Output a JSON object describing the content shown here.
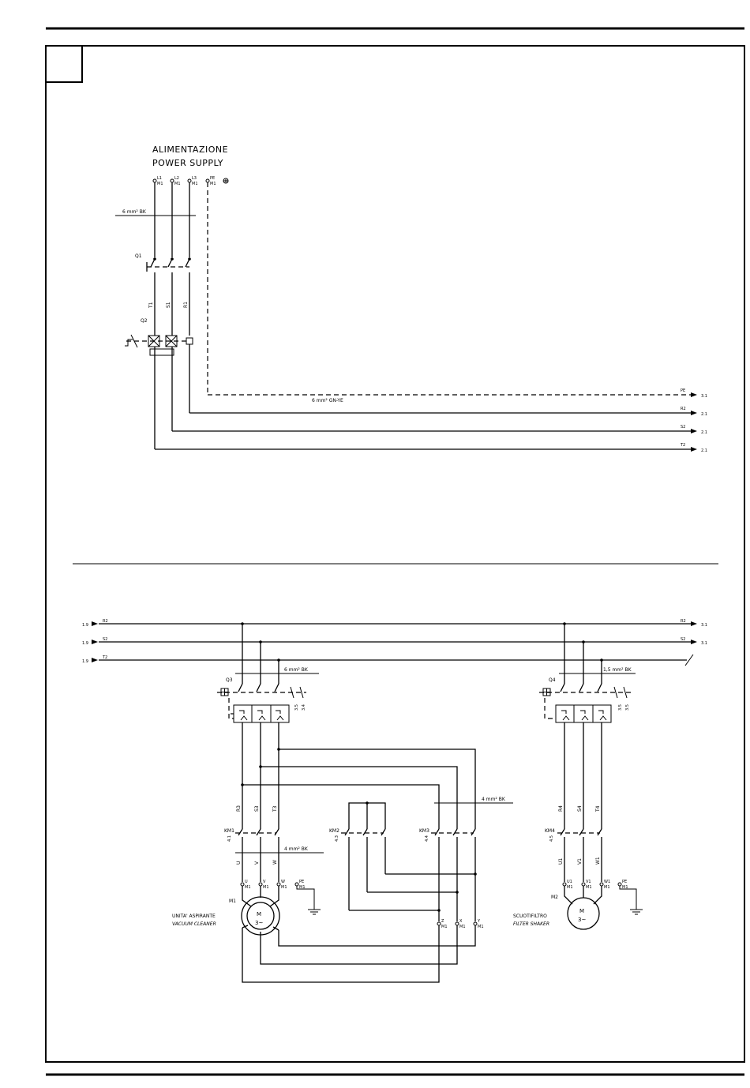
{
  "power": {
    "title_it": "ALIMENTAZIONE",
    "title_en": "POWER SUPPLY",
    "terminals": [
      "L1",
      "L2",
      "L3",
      "PE"
    ],
    "terminal_sub": "M1",
    "cable_in": "6 mm² BK",
    "q1": "Q1",
    "q2": "Q2",
    "phase_labels": [
      "T1",
      "S1",
      "R1"
    ],
    "pe_cable": "6 mm² GN-YE",
    "outputs": [
      {
        "name": "PE",
        "ref": "3.1"
      },
      {
        "name": "R2",
        "ref": "2.1"
      },
      {
        "name": "S2",
        "ref": "2.1"
      },
      {
        "name": "T2",
        "ref": "2.1"
      }
    ]
  },
  "motors": {
    "bus_in": [
      {
        "ref": "1.9",
        "name": "R2"
      },
      {
        "ref": "1.9",
        "name": "S2"
      },
      {
        "ref": "1.9",
        "name": "T2"
      }
    ],
    "bus_out": [
      {
        "name": "R2",
        "ref": "3.1"
      },
      {
        "name": "S2",
        "ref": "3.1"
      }
    ],
    "q3": "Q3",
    "q3_cable": "6 mm² BK",
    "q3_refs": [
      "3.5",
      "3.4"
    ],
    "q4": "Q4",
    "q4_cable": "1,5 mm² BK",
    "q4_refs": [
      "3.5",
      "3.5"
    ],
    "m1_phases": [
      "R3",
      "S3",
      "T3"
    ],
    "m2_phases": [
      "R4",
      "S4",
      "T4"
    ],
    "km1": "KM1",
    "km1_ref": "4.1",
    "km2": "KM2",
    "km2_ref": "4.3",
    "km3": "KM3",
    "km3_ref": "4.4",
    "km4": "KM4",
    "km4_ref": "4.5",
    "km23_cable": "4 mm² BK",
    "km1_cable": "4 mm² BK",
    "m1_uvw": [
      "U",
      "V",
      "W"
    ],
    "m2_uvw": [
      "U1",
      "V1",
      "W1"
    ],
    "m1_terms": [
      "U",
      "V",
      "W",
      "PE"
    ],
    "m1_star_terms": [
      "Z",
      "X",
      "Y"
    ],
    "m2_terms": [
      "U1",
      "V1",
      "W1",
      "PE"
    ],
    "m1": "M1",
    "m2": "M2",
    "m1_desc_it": "UNITA' ASPIRANTE",
    "m1_desc_en": "VACUUM CLEANER",
    "m2_desc_it": "SCUOTIFILTRO",
    "m2_desc_en": "FILTER SHAKER",
    "motor_letter": "M",
    "motor_phase": "3~",
    "term_sub": "M1"
  }
}
